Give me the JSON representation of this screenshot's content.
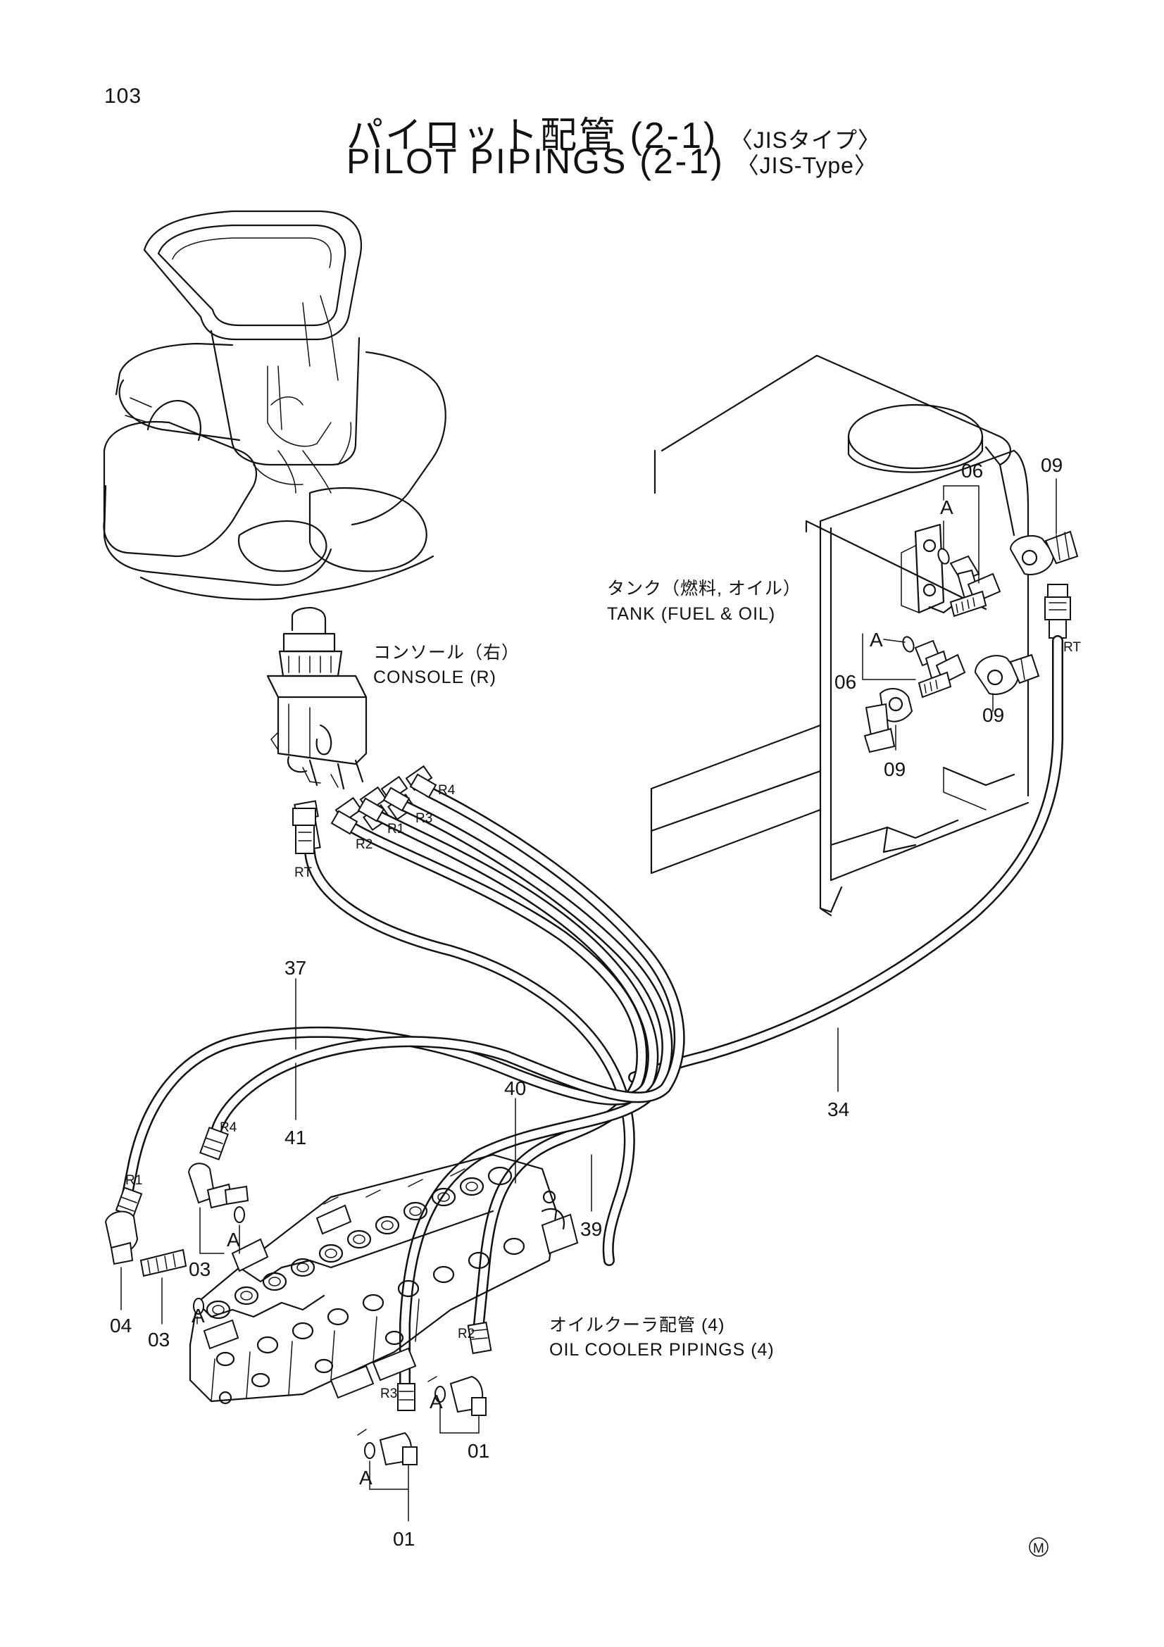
{
  "page_number": "103",
  "title": {
    "ja_main": "パイロット配管 (2-1)",
    "ja_sub": "〈JISタイプ〉",
    "en_main": "PILOT PIPINGS (2-1)",
    "en_sub": "〈JIS-Type〉"
  },
  "callouts": {
    "tank_ja": "タンク（燃料, オイル）",
    "tank_en": "TANK (FUEL & OIL)",
    "console_ja": "コンソール（右）",
    "console_en": "CONSOLE (R)",
    "oilcooler_ja": "オイルクーラ配管 (4)",
    "oilcooler_en": "OIL COOLER PIPINGS (4)"
  },
  "parts": {
    "p06a": "06",
    "p06b": "06",
    "p09a": "09",
    "p09b": "09",
    "p09c": "09",
    "p37": "37",
    "p41": "41",
    "p40": "40",
    "p39": "39",
    "p34": "34",
    "p03a": "03",
    "p03b": "03",
    "p04": "04",
    "p01a": "01",
    "p01b": "01"
  },
  "ports": {
    "rt_console": "RT",
    "rt_tank": "RT",
    "r1_console": "R1",
    "r2_console": "R2",
    "r3_console": "R3",
    "r4_console": "R4",
    "r1_valve": "R1",
    "r2_valve": "R2",
    "r3_valve": "R3",
    "r4_valve": "R4"
  },
  "detail_marks": {
    "a1": "A",
    "a2": "A",
    "a3": "A",
    "a4": "A",
    "a5": "A",
    "a6": "A"
  },
  "maker_mark": "M"
}
